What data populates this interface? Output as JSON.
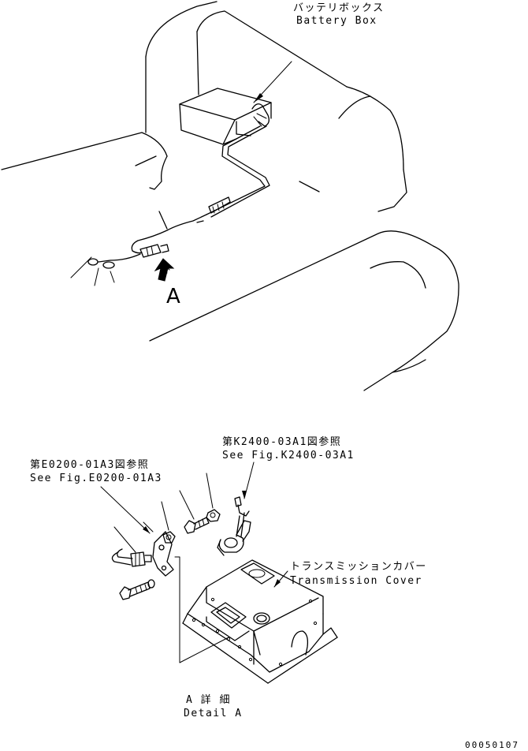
{
  "labels": {
    "battery_box_jp": "バッテリボックス",
    "battery_box_en": "Battery Box",
    "view_letter": "A",
    "ref1_jp": "第E0200-01A3図参照",
    "ref1_en": "See Fig.E0200-01A3",
    "ref2_jp": "第K2400-03A1図参照",
    "ref2_en": "See Fig.K2400-03A1",
    "transmission_cover_jp": "トランスミッションカバー",
    "transmission_cover_en": "Transmission Cover",
    "detail_jp": "A 詳 細",
    "detail_en": "Detail A",
    "drawing_code": "00050107"
  }
}
